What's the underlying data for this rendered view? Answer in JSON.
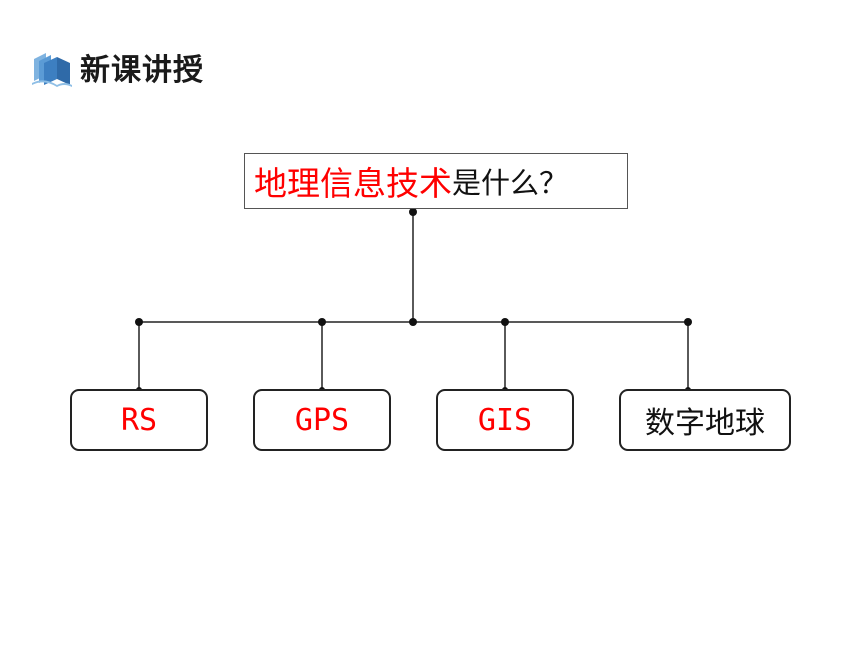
{
  "header": {
    "icon": "book-icon",
    "title": "新课讲授"
  },
  "root": {
    "highlight": "地理信息技术",
    "suffix": "是什么？"
  },
  "children": [
    {
      "label": "RS",
      "color": "#ff0000"
    },
    {
      "label": "GPS",
      "color": "#ff0000"
    },
    {
      "label": "GIS",
      "color": "#ff0000"
    },
    {
      "label": "数字地球",
      "color": "#111111"
    }
  ],
  "colors": {
    "highlight": "#ff0000",
    "text": "#111111",
    "icon": "#5b9bd5"
  }
}
